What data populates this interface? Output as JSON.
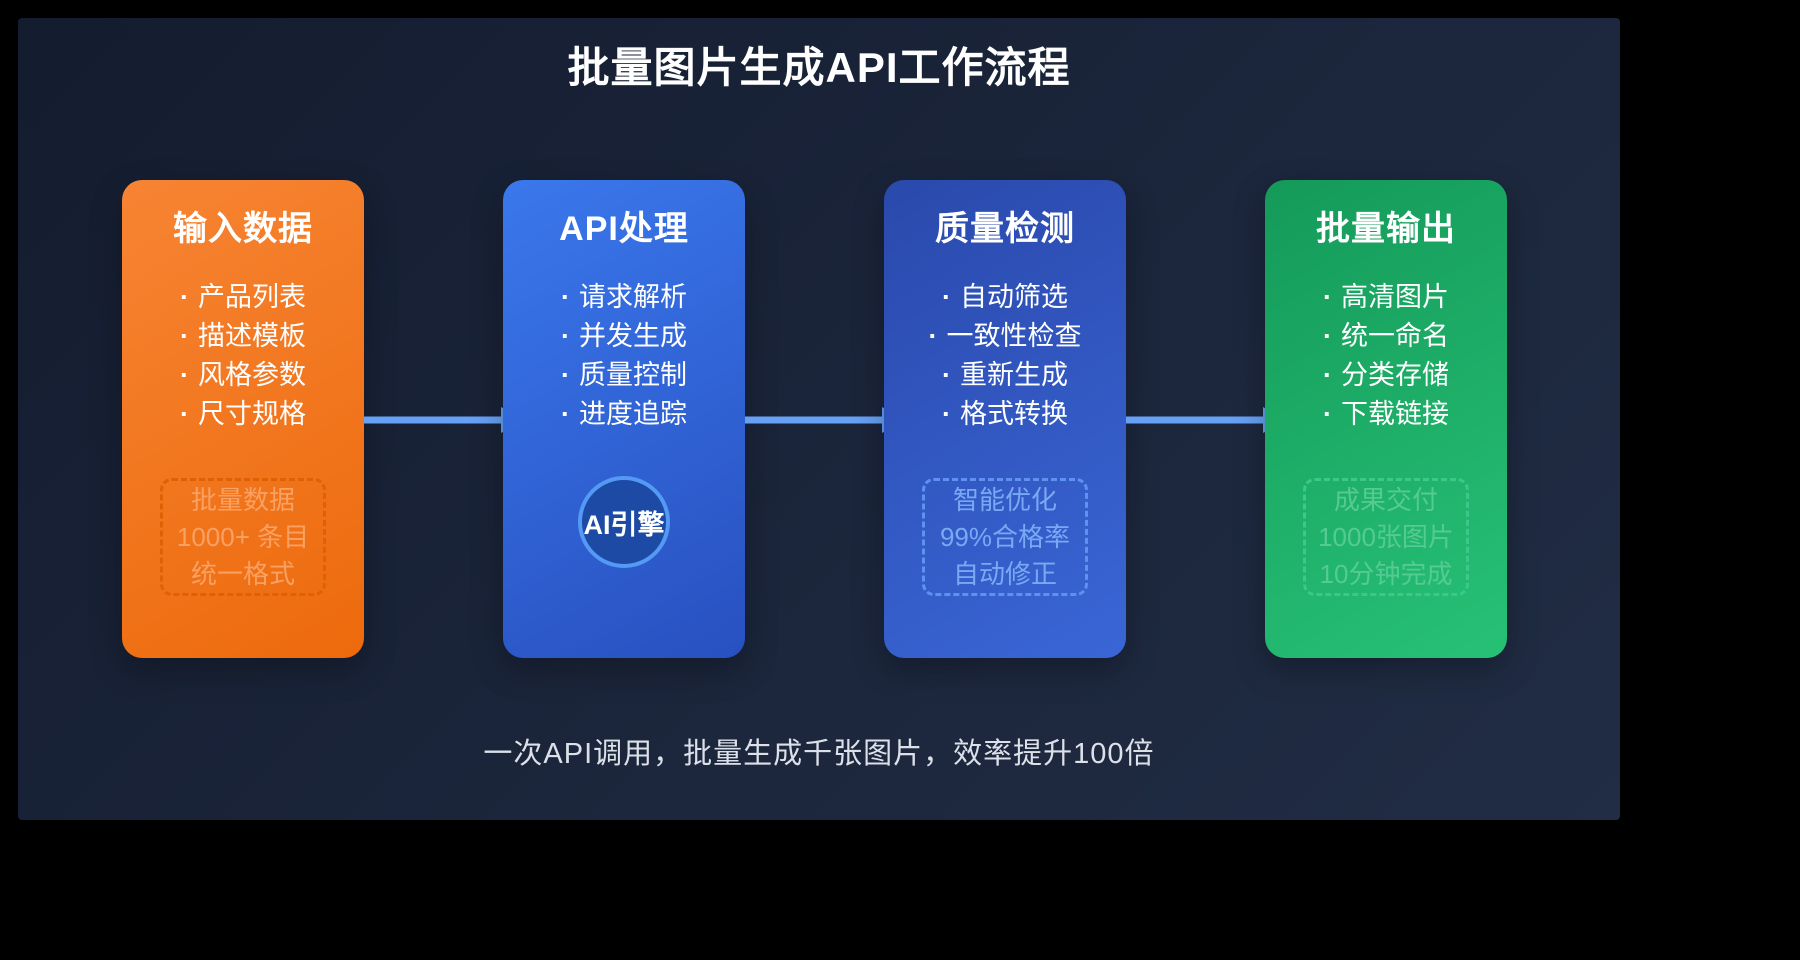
{
  "colors": {
    "page_bg": "#000000",
    "panel_bg_start": "#141c2f",
    "panel_bg_end": "#212d45",
    "title_text": "#ffffff",
    "caption_text": "#dce1e9",
    "arrow": "#66a1f5"
  },
  "header": {
    "title": "批量图片生成API工作流程"
  },
  "footer": {
    "caption": "一次API调用，批量生成千张图片，效率提升100倍"
  },
  "cards": [
    {
      "title": "输入数据",
      "bullets": [
        "产品列表",
        "描述模板",
        "风格参数",
        "尺寸规格"
      ],
      "badge": {
        "lines": [
          "批量数据",
          "1000+ 条目",
          "统一格式"
        ]
      },
      "colors": {
        "gradient_start": "#f78433",
        "gradient_end": "#ed6a0c",
        "badge_border": "#e06005",
        "badge_text": "#f9a163"
      }
    },
    {
      "title": "API处理",
      "bullets": [
        "请求解析",
        "并发生成",
        "质量控制",
        "进度追踪"
      ],
      "circle": {
        "label": "AI引擎"
      },
      "colors": {
        "gradient_start": "#3a78ec",
        "gradient_end": "#2850c0",
        "circle_fill": "#1c4aa4",
        "circle_border": "#549af4"
      }
    },
    {
      "title": "质量检测",
      "bullets": [
        "自动筛选",
        "一致性检查",
        "重新生成",
        "格式转换"
      ],
      "badge": {
        "lines": [
          "智能优化",
          "99%合格率",
          "自动修正"
        ]
      },
      "colors": {
        "gradient_start": "#2a49ac",
        "gradient_end": "#3a66d6",
        "badge_border": "#5e91f0",
        "badge_text": "#7aa9f4"
      }
    },
    {
      "title": "批量输出",
      "bullets": [
        "高清图片",
        "统一命名",
        "分类存储",
        "下载链接"
      ],
      "badge": {
        "lines": [
          "成果交付",
          "1000张图片",
          "10分钟完成"
        ]
      },
      "colors": {
        "gradient_start": "#149a59",
        "gradient_end": "#27c176",
        "badge_border": "#3dc789",
        "badge_text": "#55cb93"
      }
    }
  ]
}
